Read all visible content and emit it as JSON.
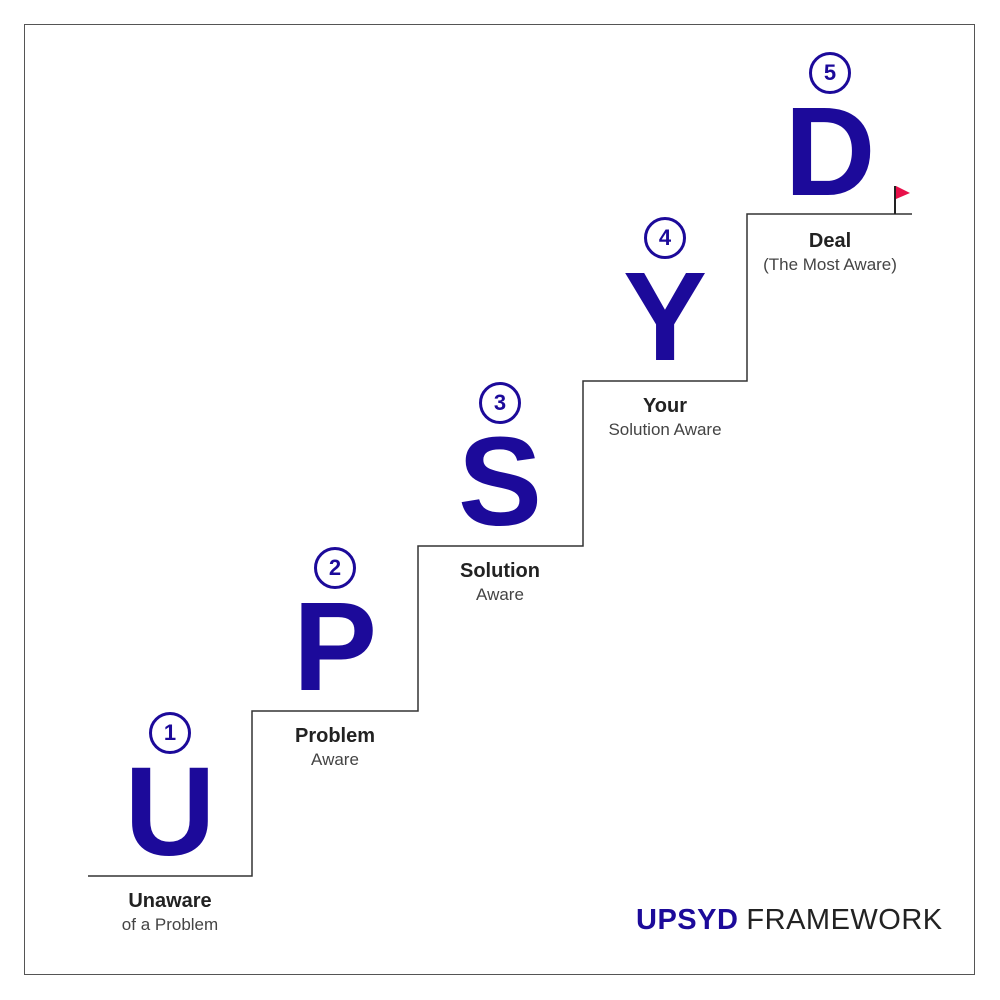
{
  "colors": {
    "accent": "#1c0a9a",
    "flag": "#e8104a",
    "line": "#333333"
  },
  "stages": [
    {
      "number": "1",
      "letter": "U",
      "title": "Unaware",
      "subtitle": "of a Problem"
    },
    {
      "number": "2",
      "letter": "P",
      "title": "Problem",
      "subtitle": "Aware"
    },
    {
      "number": "3",
      "letter": "S",
      "title": "Solution",
      "subtitle": "Aware"
    },
    {
      "number": "4",
      "letter": "Y",
      "title": "Your",
      "subtitle": "Solution Aware"
    },
    {
      "number": "5",
      "letter": "D",
      "title": "Deal",
      "subtitle": "(The Most Aware)"
    }
  ],
  "brand": {
    "bold": "UPSYD",
    "regular": "FRAMEWORK"
  }
}
